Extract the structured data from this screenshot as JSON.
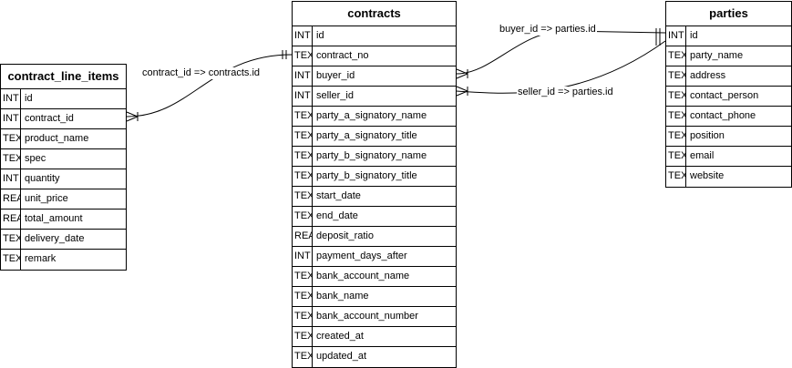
{
  "tables": [
    {
      "id": "contract_line_items",
      "title": "contract_line_items",
      "columns": [
        {
          "type": "INT",
          "name": "id"
        },
        {
          "type": "INT",
          "name": "contract_id"
        },
        {
          "type": "TEX",
          "name": "product_name"
        },
        {
          "type": "TEX",
          "name": "spec"
        },
        {
          "type": "INT",
          "name": "quantity"
        },
        {
          "type": "REA",
          "name": "unit_price"
        },
        {
          "type": "REA",
          "name": "total_amount"
        },
        {
          "type": "TEX",
          "name": "delivery_date"
        },
        {
          "type": "TEX",
          "name": "remark"
        }
      ]
    },
    {
      "id": "contracts",
      "title": "contracts",
      "columns": [
        {
          "type": "INT",
          "name": "id"
        },
        {
          "type": "TEX",
          "name": "contract_no"
        },
        {
          "type": "INT",
          "name": "buyer_id"
        },
        {
          "type": "INT",
          "name": "seller_id"
        },
        {
          "type": "TEX",
          "name": "party_a_signatory_name"
        },
        {
          "type": "TEX",
          "name": "party_a_signatory_title"
        },
        {
          "type": "TEX",
          "name": "party_b_signatory_name"
        },
        {
          "type": "TEX",
          "name": "party_b_signatory_title"
        },
        {
          "type": "TEX",
          "name": "start_date"
        },
        {
          "type": "TEX",
          "name": "end_date"
        },
        {
          "type": "REA",
          "name": "deposit_ratio"
        },
        {
          "type": "INT",
          "name": "payment_days_after"
        },
        {
          "type": "TEX",
          "name": "bank_account_name"
        },
        {
          "type": "TEX",
          "name": "bank_name"
        },
        {
          "type": "TEX",
          "name": "bank_account_number"
        },
        {
          "type": "TEX",
          "name": "created_at"
        },
        {
          "type": "TEX",
          "name": "updated_at"
        }
      ]
    },
    {
      "id": "parties",
      "title": "parties",
      "columns": [
        {
          "type": "INT",
          "name": "id"
        },
        {
          "type": "TEX",
          "name": "party_name"
        },
        {
          "type": "TEX",
          "name": "address"
        },
        {
          "type": "TEX",
          "name": "contact_person"
        },
        {
          "type": "TEX",
          "name": "contact_phone"
        },
        {
          "type": "TEX",
          "name": "position"
        },
        {
          "type": "TEX",
          "name": "email"
        },
        {
          "type": "TEX",
          "name": "website"
        }
      ]
    }
  ],
  "relations": [
    {
      "label": "contract_id => contracts.id",
      "from": "contract_line_items.contract_id",
      "to": "contracts.id",
      "from_end": "many",
      "to_end": "one"
    },
    {
      "label": "buyer_id => parties.id",
      "from": "contracts.buyer_id",
      "to": "parties.id",
      "from_end": "many",
      "to_end": "one"
    },
    {
      "label": "seller_id => parties.id",
      "from": "contracts.seller_id",
      "to": "parties.id",
      "from_end": "many",
      "to_end": "one"
    }
  ],
  "colors": {
    "line": "#000000",
    "background": "#ffffff"
  }
}
